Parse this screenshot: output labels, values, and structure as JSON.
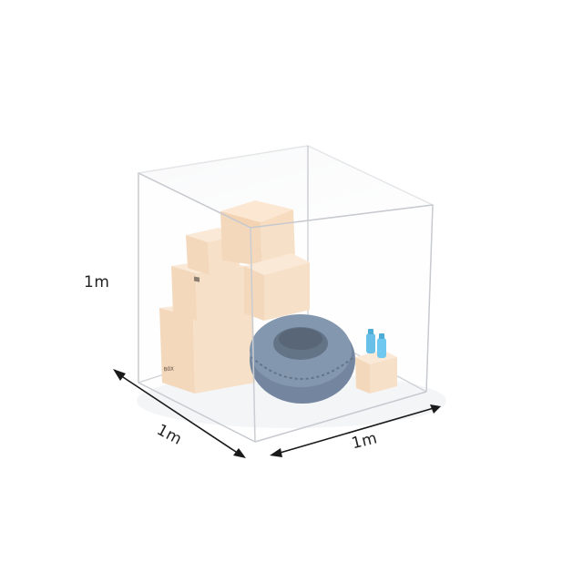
{
  "dimensions": {
    "height_label": "1m",
    "depth_label": "1m",
    "width_label": "1m"
  },
  "box_stamp": "BOX",
  "colors": {
    "box_front": "#f7dcc0",
    "box_side": "#ecc9a3",
    "box_top": "#fbe7d2",
    "tire": "#6f86a3",
    "tire_dark": "#4b5d74",
    "bottle": "#4fb6e6",
    "glass_edge": "#c9ccd2",
    "arrow": "#1a1a1a"
  }
}
